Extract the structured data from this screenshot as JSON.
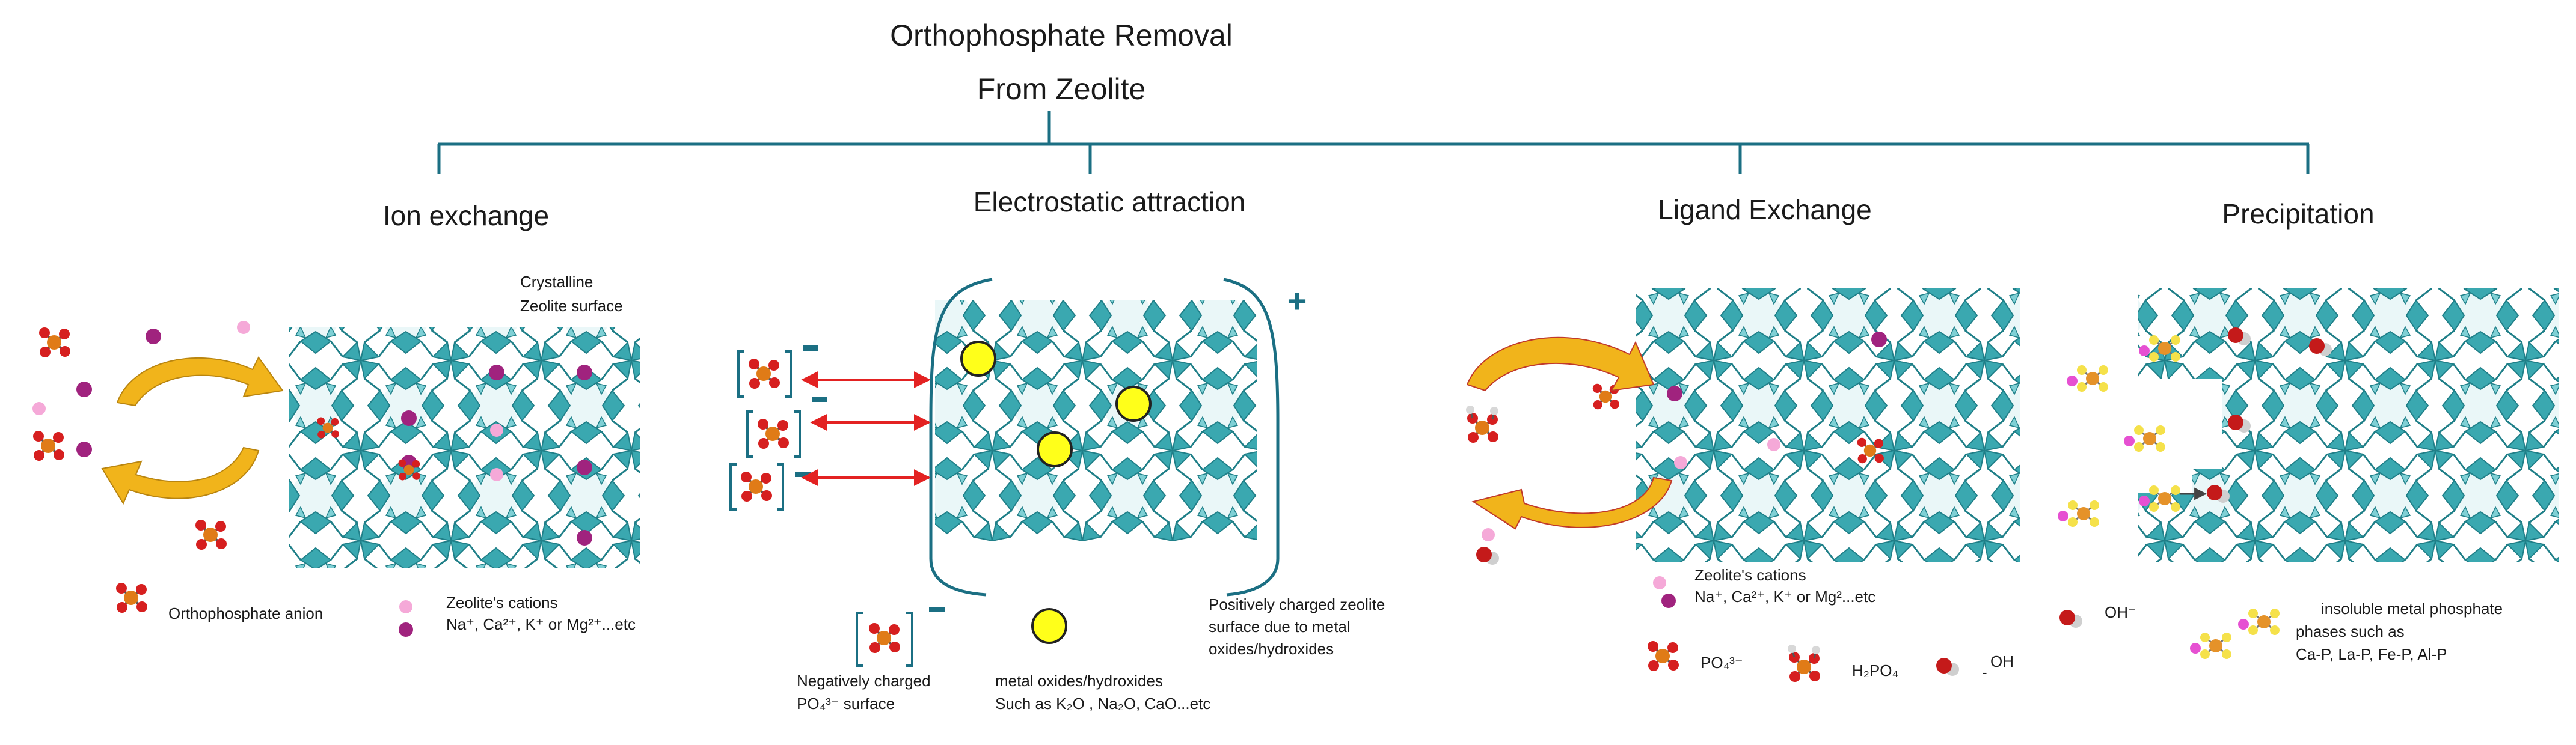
{
  "title": {
    "line1": "Orthophosphate Removal",
    "line2": "From Zeolite"
  },
  "colors": {
    "tree_line": "#1b6f83",
    "zeolite": "#3aa8b0",
    "zeolite_dark": "#1f7f88",
    "arrow_gold": "#f1b41b",
    "arrow_red": "#e32222",
    "cation_purple": "#a0237e",
    "cation_pink": "#f5a9d8",
    "metal_oxide_yellow": "#ffff1a",
    "phosphorus": "#e07b17",
    "oxygen": "#d61f1f",
    "hydrogen": "#d8d8d8",
    "metal_magenta": "#e650d2",
    "metal_yellow": "#f5e14a"
  },
  "branches": [
    {
      "heading": "Ion exchange",
      "zeolite_label_1": "Crystalline",
      "zeolite_label_2": "Zeolite surface",
      "legend_anion": "Orthophosphate anion",
      "legend_cations_title": "Zeolite's cations",
      "legend_cations_list": "Na⁺, Ca²⁺, K⁺ or Mg²⁺...etc"
    },
    {
      "heading": "Electrostatic attraction",
      "charge_plus": "+",
      "charge_minus": "−",
      "legend_negative_1": "Negatively charged",
      "legend_negative_2": "PO₄³⁻ surface",
      "legend_oxides_1": "metal oxides/hydroxides",
      "legend_oxides_2": "Such as K₂O , Na₂O, CaO...etc",
      "legend_positive_1": "Positively charged zeolite",
      "legend_positive_2": "surface due to metal",
      "legend_positive_3": "oxides/hydroxides"
    },
    {
      "heading": "Ligand Exchange",
      "legend_cations_title": "Zeolite's cations",
      "legend_cations_list": "Na⁺, Ca²⁺, K⁺ or Mg²...etc",
      "legend_po4": "PO₄³⁻",
      "legend_h2po4": "H₂PO₄",
      "legend_oh": "OH",
      "legend_oh_minus": "-"
    },
    {
      "heading": "Precipitation",
      "legend_oh": "OH⁻",
      "legend_phase_1": "insoluble metal phosphate",
      "legend_phase_2": "phases such as",
      "legend_phase_3": "Ca-P, La-P, Fe-P, Al-P"
    }
  ]
}
